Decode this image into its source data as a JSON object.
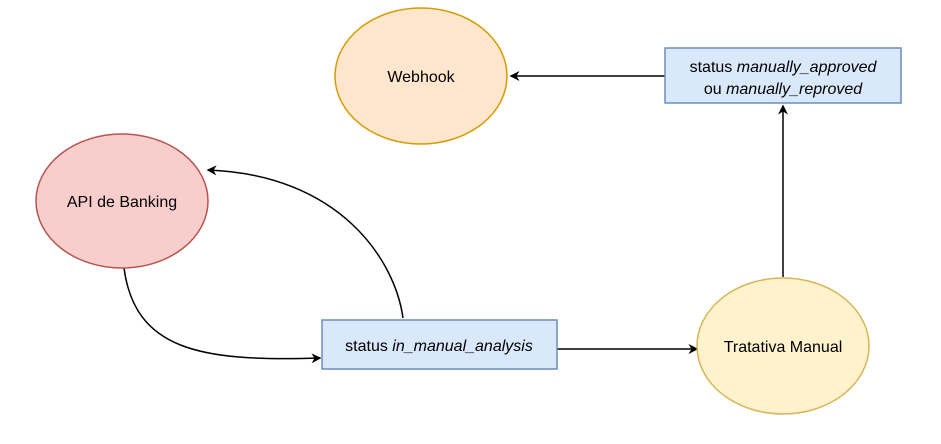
{
  "nodes": {
    "webhook": {
      "label": "Webhook"
    },
    "api_banking": {
      "label": "API de Banking"
    },
    "tratativa": {
      "label": "Tratativa Manual"
    },
    "status_approved": {
      "line1_prefix": "status ",
      "line1_value": "manually_approved",
      "line2_prefix": "ou ",
      "line2_value": "manually_reproved"
    },
    "status_analysis": {
      "prefix": "status ",
      "value": "in_manual_analysis"
    }
  },
  "colors": {
    "webhook_fill": "#ffe6cc",
    "webhook_stroke": "#d79b00",
    "api_fill": "#f8cecc",
    "api_stroke": "#b85450",
    "tratativa_fill": "#fff2cc",
    "tratativa_stroke": "#d6b656",
    "status_fill": "#dae8fc",
    "status_stroke": "#6c8ebf",
    "edge": "#000000"
  }
}
